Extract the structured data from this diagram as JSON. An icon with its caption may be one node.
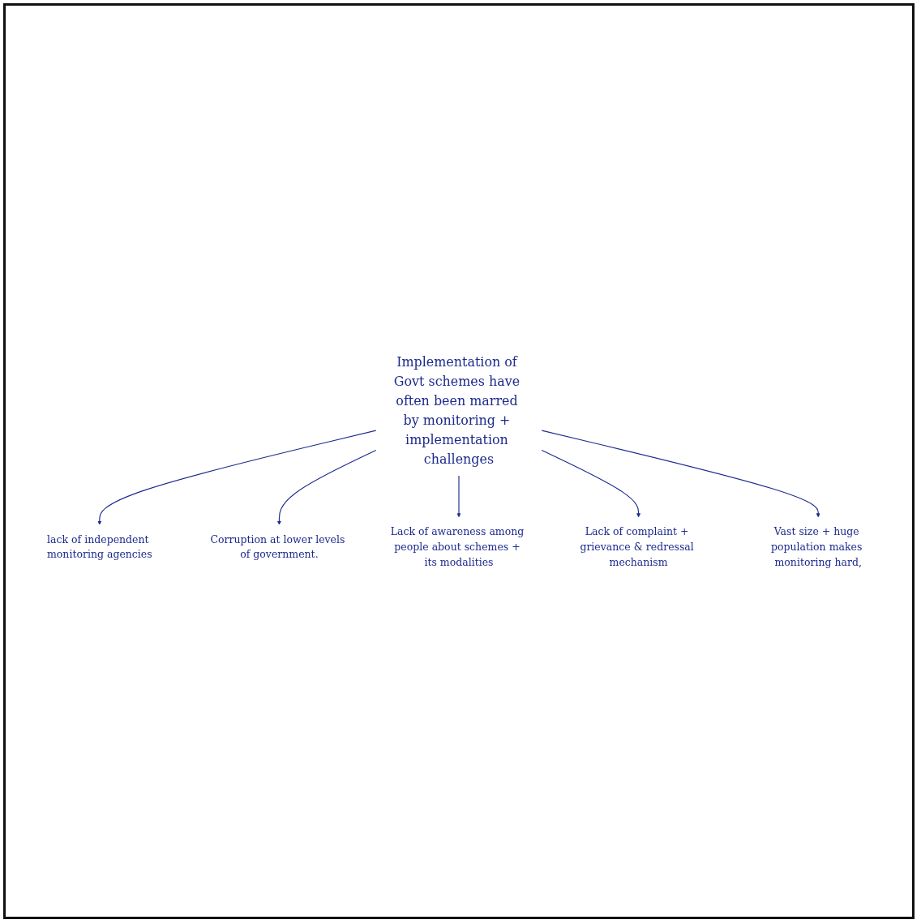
{
  "diagram": {
    "nodes": [
      {
        "text": [
          "Implementation of Govt schemes have often been marred by monitoring + implementation challenges"
        ]
      },
      {
        "text": [
          "lack of independent monitoring agencies"
        ]
      },
      {
        "text": [
          "Corruption at lower levels of government."
        ]
      },
      {
        "text": [
          "Lack of awareness among people about schemes + its modalities"
        ]
      },
      {
        "text": [
          "Lack of complaint + grievance & redressal mechanism"
        ]
      },
      {
        "text": [
          "Vast size + huge population makes monitoring hard,"
        ]
      }
    ],
    "edges": [
      {
        "from": 0,
        "to": 1,
        "arrow": "to"
      },
      {
        "from": 0,
        "to": 2,
        "arrow": "to"
      },
      {
        "from": 0,
        "to": 3,
        "arrow": "to"
      },
      {
        "from": 0,
        "to": 4,
        "arrow": "to"
      },
      {
        "from": 0,
        "to": 5,
        "arrow": "to"
      }
    ]
  }
}
